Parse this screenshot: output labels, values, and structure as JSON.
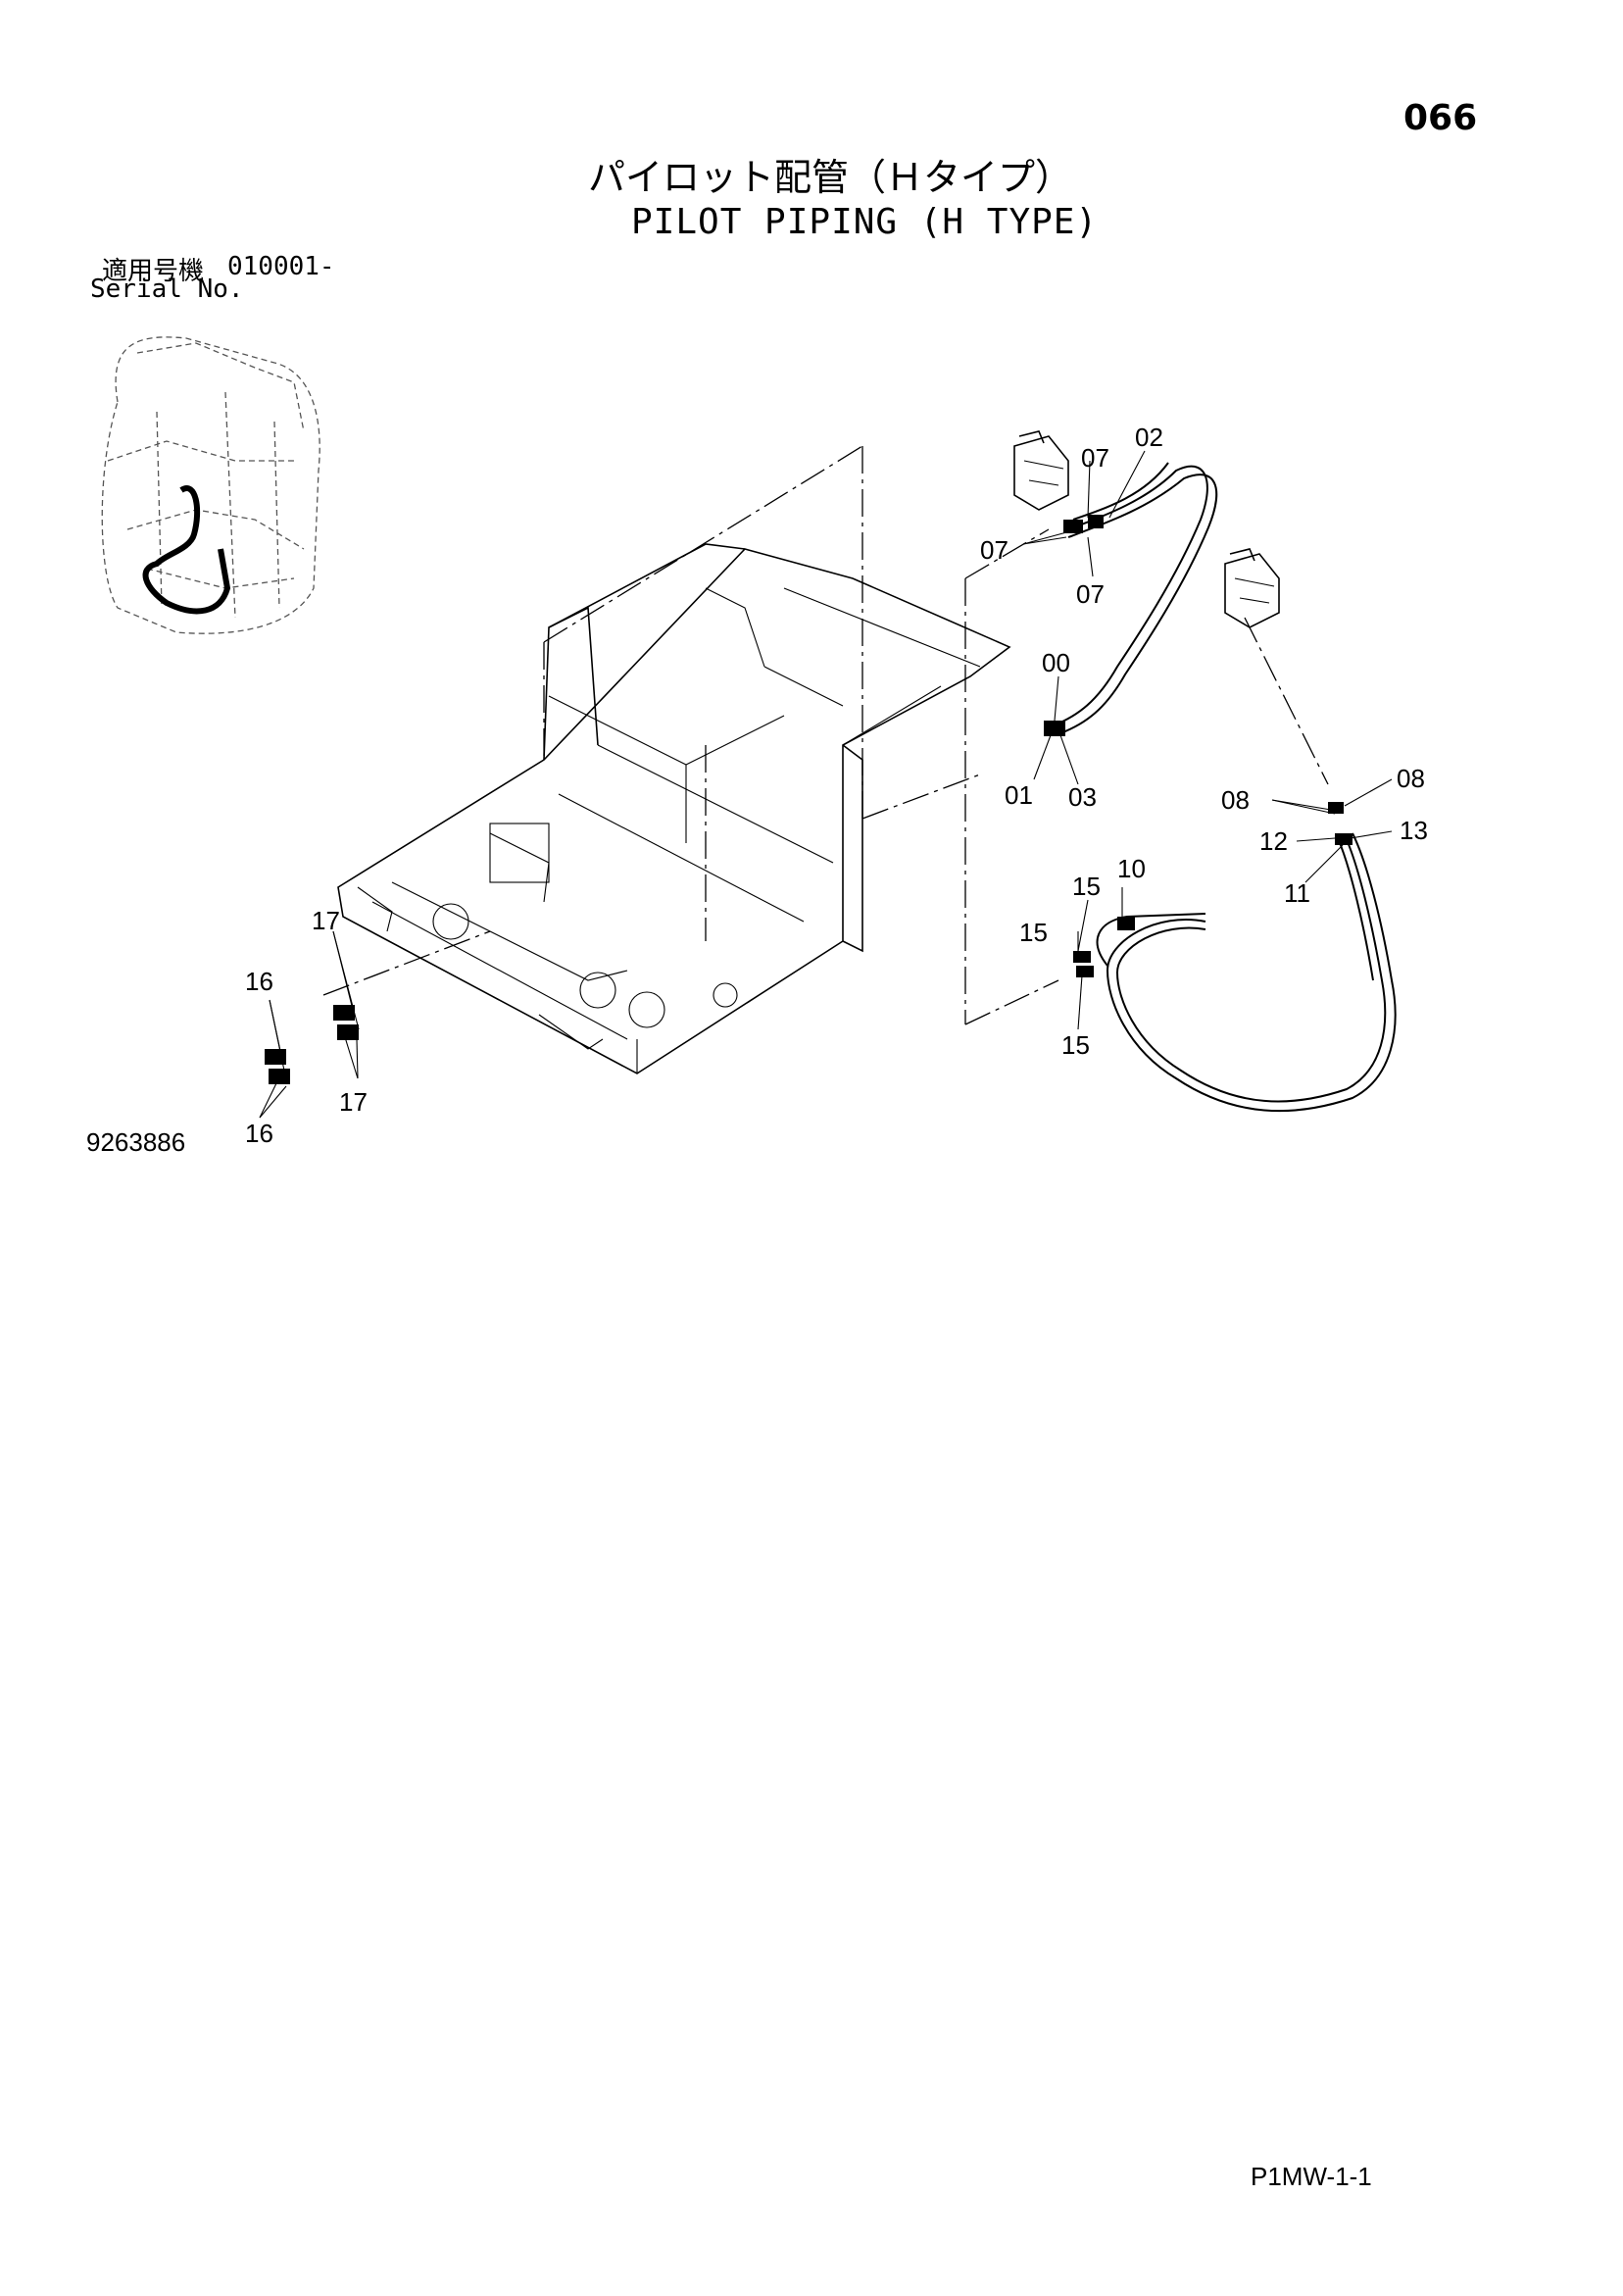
{
  "page": {
    "number": "066",
    "title_jp": "パイロット配管（Ｈタイプ）",
    "title_en": "PILOT PIPING (H TYPE)",
    "serial_label_jp": "適用号機",
    "serial_value": "010001-",
    "serial_label_en": "Serial No.",
    "drawing_number": "9263886",
    "footer_code": "P1MW-1-1"
  },
  "callouts": {
    "c02": "02",
    "c07a": "07",
    "c07b": "07",
    "c07c": "07",
    "c00": "00",
    "c01": "01",
    "c03": "03",
    "c08a": "08",
    "c08b": "08",
    "c12": "12",
    "c13": "13",
    "c11": "11",
    "c10": "10",
    "c15a": "15",
    "c15b": "15",
    "c15c": "15",
    "c17a": "17",
    "c17b": "17",
    "c16a": "16",
    "c16b": "16"
  },
  "icons": {
    "thumbnail": "machine-location-thumbnail",
    "frame": "cab-floor-frame-drawing",
    "valve": "pilot-valve-drawing",
    "hose": "hose-drawing"
  }
}
